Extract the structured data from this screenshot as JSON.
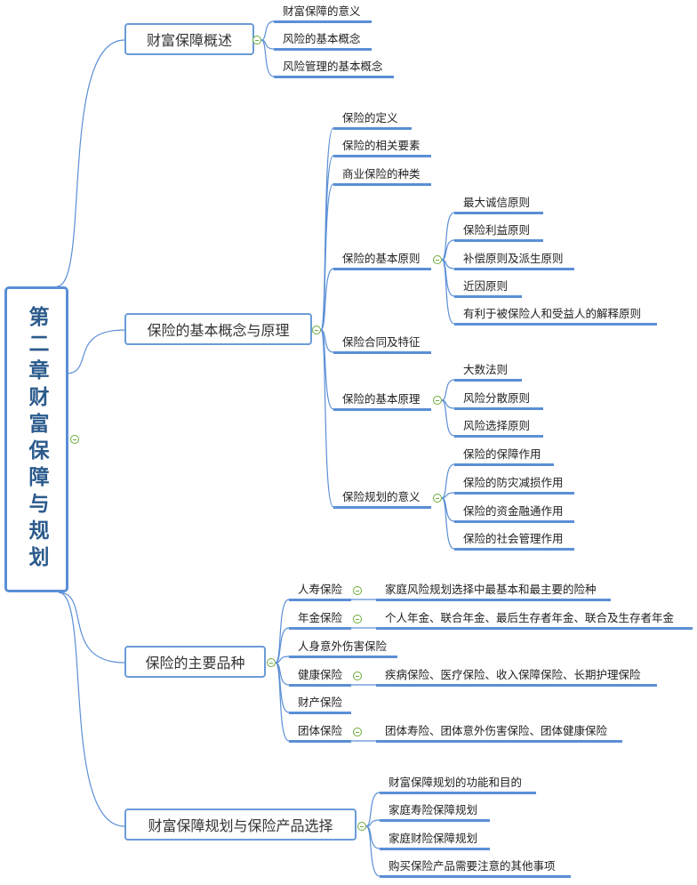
{
  "root": {
    "title": "第二章财富保障与规划"
  },
  "branches": [
    {
      "label": "财富保障概述",
      "children": [
        "财富保障的意义",
        "风险的基本概念",
        "风险管理的基本概念"
      ]
    },
    {
      "label": "保险的基本概念与原理",
      "children": [
        {
          "label": "保险的定义"
        },
        {
          "label": "保险的相关要素"
        },
        {
          "label": "商业保险的种类"
        },
        {
          "label": "保险的基本原则",
          "children": [
            "最大诚信原则",
            "保险利益原则",
            "补偿原则及派生原则",
            "近因原则",
            "有利于被保险人和受益人的解释原则"
          ]
        },
        {
          "label": "保险合同及特征"
        },
        {
          "label": "保险的基本原理",
          "children": [
            "大数法则",
            "风险分散原则",
            "风险选择原则"
          ]
        },
        {
          "label": "保险规划的意义",
          "children": [
            "保险的保障作用",
            "保险的防灾减损作用",
            "保险的资金融通作用",
            "保险的社会管理作用"
          ]
        }
      ]
    },
    {
      "label": "保险的主要品种",
      "children": [
        {
          "label": "人寿保险",
          "children": [
            "家庭风险规划选择中最基本和最主要的险种"
          ]
        },
        {
          "label": "年金保险",
          "children": [
            "个人年金、联合年金、最后生存者年金、联合及生存者年金"
          ]
        },
        {
          "label": "人身意外伤害保险"
        },
        {
          "label": "健康保险",
          "children": [
            "疾病保险、医疗保险、收入保障保险、长期护理保险"
          ]
        },
        {
          "label": "财产保险"
        },
        {
          "label": "团体保险",
          "children": [
            "团体寿险、团体意外伤害保险、团体健康保险"
          ]
        }
      ]
    },
    {
      "label": "财富保障规划与保险产品选择",
      "children": [
        "财富保障规划的功能和目的",
        "家庭寿险保障规划",
        "家庭财险保障规划",
        "购买保险产品需要注意的其他事项"
      ]
    }
  ],
  "colors": {
    "line": "#5b8fd6",
    "toggle": "#6aaa3a",
    "root_text": "#2b5a8c"
  }
}
